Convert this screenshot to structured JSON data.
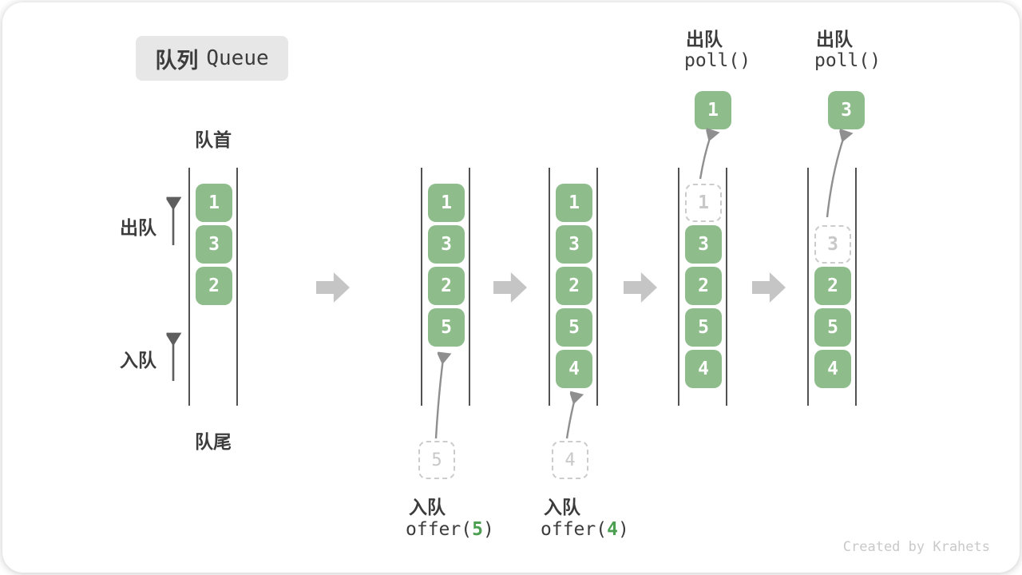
{
  "title": {
    "zh": "队列",
    "en": "Queue"
  },
  "labels": {
    "front": "队首",
    "rear": "队尾",
    "dequeue": "出队",
    "enqueue": "入队"
  },
  "queues": [
    {
      "cells": [
        {
          "slot": 0,
          "value": "1",
          "style": "solid"
        },
        {
          "slot": 1,
          "value": "3",
          "style": "solid"
        },
        {
          "slot": 2,
          "value": "2",
          "style": "solid"
        }
      ]
    },
    {
      "cells": [
        {
          "slot": 0,
          "value": "1",
          "style": "solid"
        },
        {
          "slot": 1,
          "value": "3",
          "style": "solid"
        },
        {
          "slot": 2,
          "value": "2",
          "style": "solid"
        },
        {
          "slot": 3,
          "value": "5",
          "style": "solid"
        }
      ]
    },
    {
      "cells": [
        {
          "slot": 0,
          "value": "1",
          "style": "solid"
        },
        {
          "slot": 1,
          "value": "3",
          "style": "solid"
        },
        {
          "slot": 2,
          "value": "2",
          "style": "solid"
        },
        {
          "slot": 3,
          "value": "5",
          "style": "solid"
        },
        {
          "slot": 4,
          "value": "4",
          "style": "solid"
        }
      ]
    },
    {
      "cells": [
        {
          "slot": 0,
          "value": "1",
          "style": "dashed"
        },
        {
          "slot": 1,
          "value": "3",
          "style": "solid"
        },
        {
          "slot": 2,
          "value": "2",
          "style": "solid"
        },
        {
          "slot": 3,
          "value": "5",
          "style": "solid"
        },
        {
          "slot": 4,
          "value": "4",
          "style": "solid"
        }
      ]
    },
    {
      "cells": [
        {
          "slot": 1,
          "value": "3",
          "style": "dashed"
        },
        {
          "slot": 2,
          "value": "2",
          "style": "solid"
        },
        {
          "slot": 3,
          "value": "5",
          "style": "solid"
        },
        {
          "slot": 4,
          "value": "4",
          "style": "solid"
        }
      ]
    }
  ],
  "enqueue_ops": [
    {
      "ghost_value": "5",
      "label": "入队",
      "code_prefix": "offer(",
      "code_arg": "5",
      "code_suffix": ")"
    },
    {
      "ghost_value": "4",
      "label": "入队",
      "code_prefix": "offer(",
      "code_arg": "4",
      "code_suffix": ")"
    }
  ],
  "dequeue_ops": [
    {
      "label": "出队",
      "code": "poll()",
      "value": "1"
    },
    {
      "label": "出队",
      "code": "poll()",
      "value": "3"
    }
  ],
  "watermark": "Created by Krahets",
  "colors": {
    "green": "#8ebd8b",
    "code_green": "#4c9e50",
    "flow_arrow": "#c5c5c5",
    "text": "#3c3c3c",
    "ghost": "#c8c8c8",
    "queue_line": "#525252",
    "watermark": "#c9c9c9"
  }
}
